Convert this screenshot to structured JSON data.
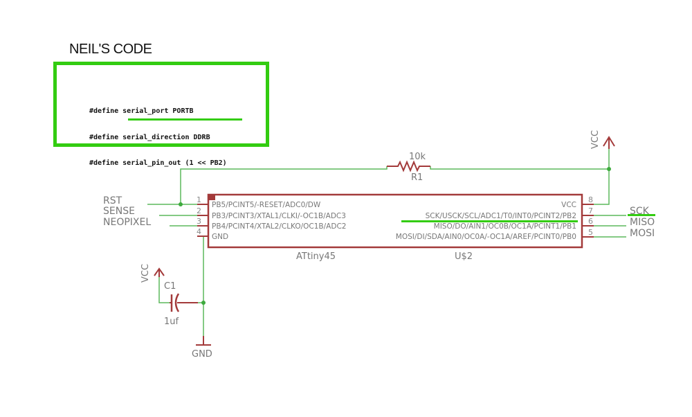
{
  "annotation": {
    "title": "NEIL'S CODE",
    "code_lines": [
      "#define serial_port PORTB",
      "#define serial_direction DDRB",
      "#define serial_pin_out (1 << PB2)"
    ],
    "highlight_color": "#33cc11"
  },
  "schematic": {
    "wire_color": "#5cb85c",
    "part_color": "#a33a3a",
    "chip": {
      "name": "ATtiny45",
      "ref": "U$2",
      "left_pins": [
        {
          "number": "1",
          "label": "PB5/PCINT5/-RESET/ADC0/DW",
          "net": "RST"
        },
        {
          "number": "2",
          "label": "PB3/PCINT3/XTAL1/CLKI/-OC1B/ADC3",
          "net": "SENSE"
        },
        {
          "number": "3",
          "label": "PB4/PCINT4/XTAL2/CLKO/OC1B/ADC2",
          "net": "NEOPIXEL"
        },
        {
          "number": "4",
          "label": "GND",
          "net": ""
        }
      ],
      "right_pins": [
        {
          "number": "8",
          "label": "VCC",
          "net": ""
        },
        {
          "number": "7",
          "label": "SCK/USCK/SCL/ADC1/T0/INT0/PCINT2/PB2",
          "net": "SCK"
        },
        {
          "number": "6",
          "label": "MISO/DO/AIN1/OC0B/OC1A/PCINT1/PB1",
          "net": "MISO"
        },
        {
          "number": "5",
          "label": "MOSI/DI/SDA/AIN0/OC0A/-OC1A/AREF/PCINT0/PB0",
          "net": "MOSI"
        }
      ]
    },
    "resistor": {
      "ref": "R1",
      "value": "10k"
    },
    "capacitor": {
      "ref": "C1",
      "value": "1uf"
    },
    "supplies": {
      "vcc_top": "VCC",
      "vcc_left": "VCC",
      "gnd": "GND"
    }
  }
}
